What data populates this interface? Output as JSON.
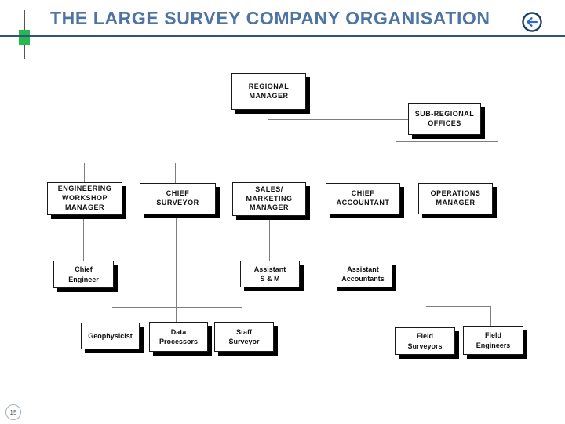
{
  "header": {
    "title": "THE LARGE SURVEY COMPANY ORGANISATION",
    "back_icon": "back-arrow-circle-icon"
  },
  "page_number": "15",
  "org_chart": {
    "nodes": [
      {
        "id": "regional-manager",
        "label": "REGIONAL\nMANAGER"
      },
      {
        "id": "sub-regional-offices",
        "label": "SUB-REGIONAL\nOFFICES"
      },
      {
        "id": "engineering-workshop-manager",
        "label": "ENGINEERING\nWORKSHOP\nMANAGER"
      },
      {
        "id": "chief-surveyor",
        "label": "CHIEF\nSURVEYOR"
      },
      {
        "id": "sales-marketing-manager",
        "label": "SALES/\nMARKETING\nMANAGER"
      },
      {
        "id": "chief-accountant",
        "label": "CHIEF\nACCOUNTANT"
      },
      {
        "id": "operations-manager",
        "label": "OPERATIONS\nMANAGER"
      },
      {
        "id": "chief-engineer",
        "label": "Chief\nEngineer"
      },
      {
        "id": "assistant-s-m",
        "label": "Assistant\nS & M"
      },
      {
        "id": "assistant-accountants",
        "label": "Assistant\nAccountants"
      },
      {
        "id": "geophysicist",
        "label": "Geophysicist"
      },
      {
        "id": "data-processors",
        "label": "Data\nProcessors"
      },
      {
        "id": "staff-surveyor",
        "label": "Staff\nSurveyor"
      },
      {
        "id": "field-surveyors",
        "label": "Field\nSurveyors"
      },
      {
        "id": "field-engineers",
        "label": "Field\nEngineers"
      }
    ]
  },
  "colors": {
    "title_text": "#4d74a3",
    "header_rule": "#2e5679",
    "accent_green": "#26b94e",
    "box_border": "#1a1a1a",
    "box_shadow": "#000000",
    "connector": "#7e7e7e",
    "back_icon_ring": "#1c3e63",
    "back_icon_arrow": "#2b6cc8"
  }
}
